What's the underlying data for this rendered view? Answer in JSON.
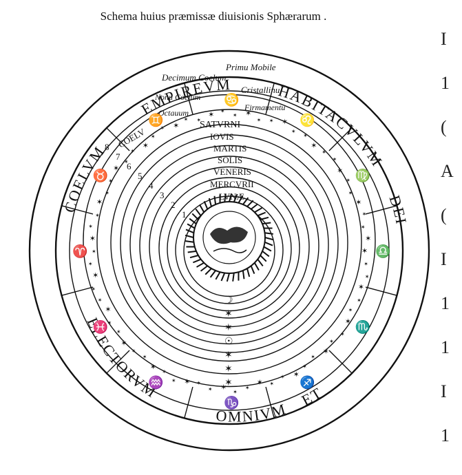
{
  "caption": "Schema huius præmissæ diuisionis Sphærarum .",
  "outer_ring": [
    "EMPIREVM",
    "HABITACVLVM",
    "DEI",
    "ET",
    "OMNIVM",
    "ELECTORVM",
    "COELVM"
  ],
  "top_labels": {
    "decimum": "Decimum Coelum",
    "primum": "Primu Mobile",
    "nonum": "Nonu Coelum",
    "crystallinum": "Cristallinu",
    "octauum": "Octauum",
    "firmamentum": "Firmamentu",
    "coelum": "COELV"
  },
  "planets": [
    "SATVRNI",
    "IOVIS",
    "MARTIS",
    "SOLIS",
    "VENERIS",
    "MERCVRII",
    "LVNÆ"
  ],
  "sphere_numbers": [
    "8",
    "7",
    "6",
    "5",
    "4",
    "3",
    "2",
    "1"
  ],
  "zodiac_signs": [
    "♋",
    "♌",
    "♍",
    "♎",
    "♏",
    "♐",
    "♑",
    "♒",
    "♓",
    "♈",
    "♉",
    "♊"
  ],
  "margin_glyphs": [
    "I",
    "1",
    "(",
    "A",
    "(",
    "I",
    "1",
    "1",
    "I",
    "1"
  ],
  "colors": {
    "ink": "#111111",
    "paper": "#ffffff"
  }
}
